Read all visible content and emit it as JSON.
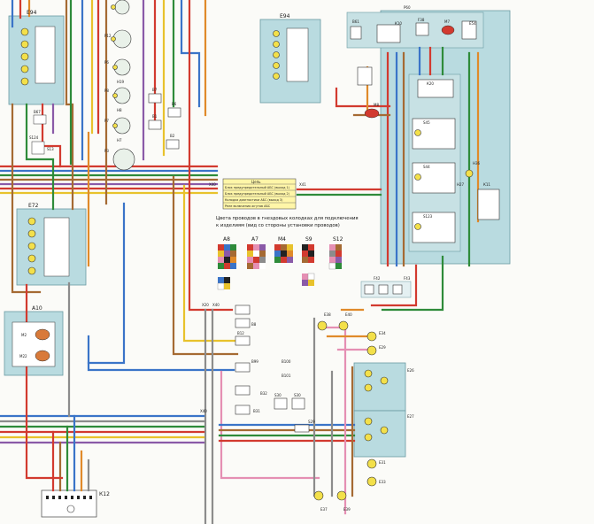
{
  "components": {
    "E94_left": "Е94",
    "E94_right": "Е94",
    "E72": "Е72",
    "A10": "А10",
    "M2": "М2",
    "M22": "М22",
    "K12": "К12",
    "P12": "P12",
    "P6": "P6",
    "P8": "P8",
    "P7": "P7",
    "P3": "P3",
    "H19": "H19",
    "H8": "H8",
    "H7": "H7",
    "B7": "В7",
    "B6": "В6",
    "B1": "В1",
    "B2": "В2",
    "B67": "В67",
    "S124": "S124",
    "S13": "S13",
    "X40_a": "X40",
    "X41": "X41",
    "X20": "X20",
    "X40_b": "X40",
    "X40_c": "X40",
    "B8": "В8",
    "B12": "В12",
    "B99": "В99",
    "B100": "В100",
    "B101": "В101",
    "B32": "В32",
    "S30_a": "S30",
    "S30_b": "S30",
    "B31": "В31",
    "S29": "S29",
    "E38": "Е38",
    "E40": "Е40",
    "E34": "Е34",
    "E29": "Е29",
    "E26": "Е26",
    "E27": "Е27",
    "E31": "Е31",
    "E33": "Е33",
    "E37": "Е37",
    "E39": "Е39",
    "F42": "F42",
    "F43": "F43",
    "B61": "В61",
    "K10": "К10",
    "F38": "F38",
    "M7": "М7",
    "E54": "Е54",
    "K20": "К20",
    "M8": "М8",
    "S45": "S45",
    "S44": "S44",
    "S123": "S123",
    "H36": "Н36",
    "H27": "Н27",
    "K11": "К11",
    "P60": "P60"
  },
  "legend": {
    "header": "Цепь",
    "rows": [
      "Блок предупредительный АБС (выход 1)",
      "Блок предупредительный АБС (выход 2)",
      "Колодка диагностики АБС (выход 3)",
      "Реле включения жгутов АБС"
    ]
  },
  "connector_key": {
    "title_line1": "Цвета проводов в гнездовых колодках для подключения",
    "title_line2": "к изделиям (вид со стороны установки проводов)",
    "labels": [
      "А8",
      "А7",
      "М4",
      "S9",
      "S12"
    ]
  },
  "colors": {
    "panel": "#b9dbe0",
    "red": "#d23a2f",
    "green": "#2e8b3a",
    "blue": "#3a74c8",
    "brown": "#a56a33",
    "orange": "#e08a2a",
    "yellow": "#e8c22c",
    "violet": "#8a5aa8",
    "grey": "#8c8c8c",
    "pink": "#e58fb3",
    "black": "#222222",
    "lamp": "#f3e04a"
  }
}
